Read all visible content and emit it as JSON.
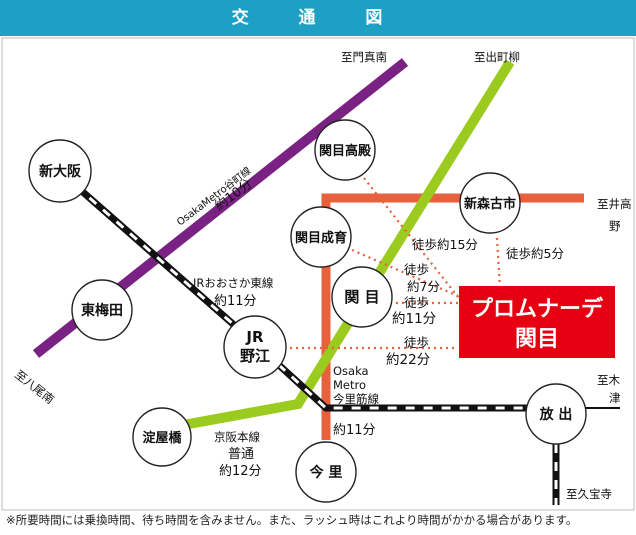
{
  "header": {
    "title": "交 通 図"
  },
  "directions": {
    "monma": "至門真南",
    "dedemachi": "至出町柳",
    "itakano_1": "至井高",
    "itakano_2": "野",
    "yao": "至八尾南",
    "kizu_1": "至木",
    "kizu_2": "津",
    "kuhoji": "至久宝寺"
  },
  "stations": {
    "shin_osaka": "新大阪",
    "higashi_umeda": "東梅田",
    "sekime_takadono": "関目高殿",
    "sekime_seiiku": "関目成育",
    "sekime": "関 目",
    "shinmori_furuichi": "新森古市",
    "jr_noe_1": "JR",
    "jr_noe_2": "野江",
    "yodoyabashi": "淀屋橋",
    "imazato": "今 里",
    "hanaten": "放 出"
  },
  "lines": {
    "tanimachi_1": "OsakaMetro谷町線",
    "tanimachi_2": "約10分",
    "jr_higashi_1": "JRおおさか東線",
    "jr_higashi_2": "約11分",
    "keihan_1": "京阪本線",
    "keihan_2": "普通",
    "keihan_3": "約12分",
    "imazatosuji_1": "Osaka",
    "imazatosuji_2": "Metro",
    "imazatosuji_3": "今里筋線",
    "imazatosuji_4": "約11分"
  },
  "walks": {
    "takadono": "徒歩約15分",
    "shinmori": "徒歩約5分",
    "sekime_1": "徒歩",
    "sekime_2": "約7分",
    "seiiku_1": "徒歩",
    "seiiku_2": "約11分",
    "noe_1": "徒歩",
    "noe_2": "約22分"
  },
  "property": {
    "name_1": "プロムナーデ",
    "name_2": "関目"
  },
  "footnote": "※所要時間には乗換時間、待ち時間を含みません。また、ラッシュ時はこれより時間がかかる場合があります。",
  "colors": {
    "header": "#1e9fc4",
    "tanimachi_line": "#7a2283",
    "keihan_line": "#9ccb1f",
    "imazatosuji_line": "#e8603c",
    "walk_dots": "#e8603c",
    "property_box": "#e60012"
  }
}
